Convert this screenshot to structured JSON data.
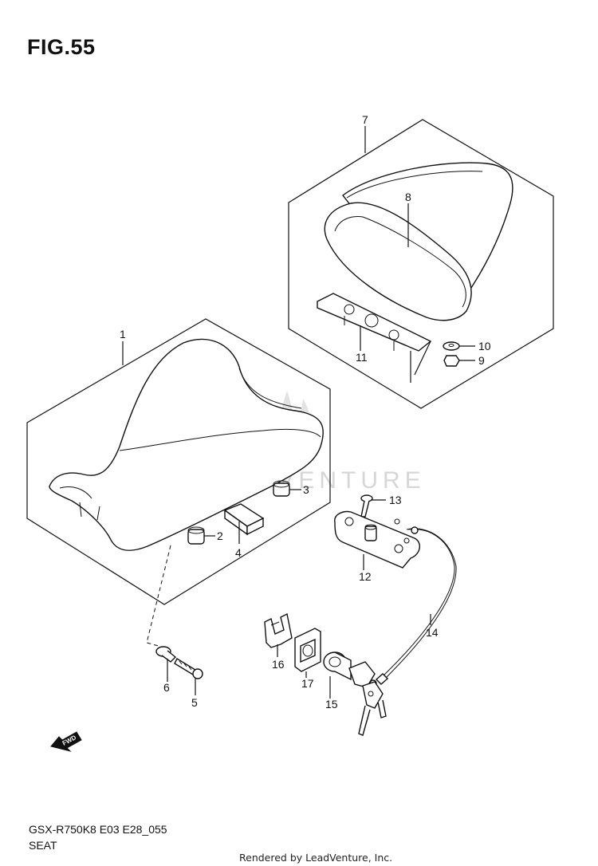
{
  "figure": {
    "title": "FIG.55",
    "code": "GSX-R750K8 E03 E28_055",
    "name": "SEAT"
  },
  "watermark": "LEADVENTURE",
  "credit": "Rendered by LeadVenture, Inc.",
  "fwd_label": "FWD",
  "callouts": {
    "c1": "1",
    "c2": "2",
    "c3": "3",
    "c4": "4",
    "c5": "5",
    "c6": "6",
    "c7": "7",
    "c8": "8",
    "c9": "9",
    "c10": "10",
    "c11": "11",
    "c12": "12",
    "c13": "13",
    "c14": "14",
    "c15": "15",
    "c16": "16",
    "c17": "17"
  }
}
